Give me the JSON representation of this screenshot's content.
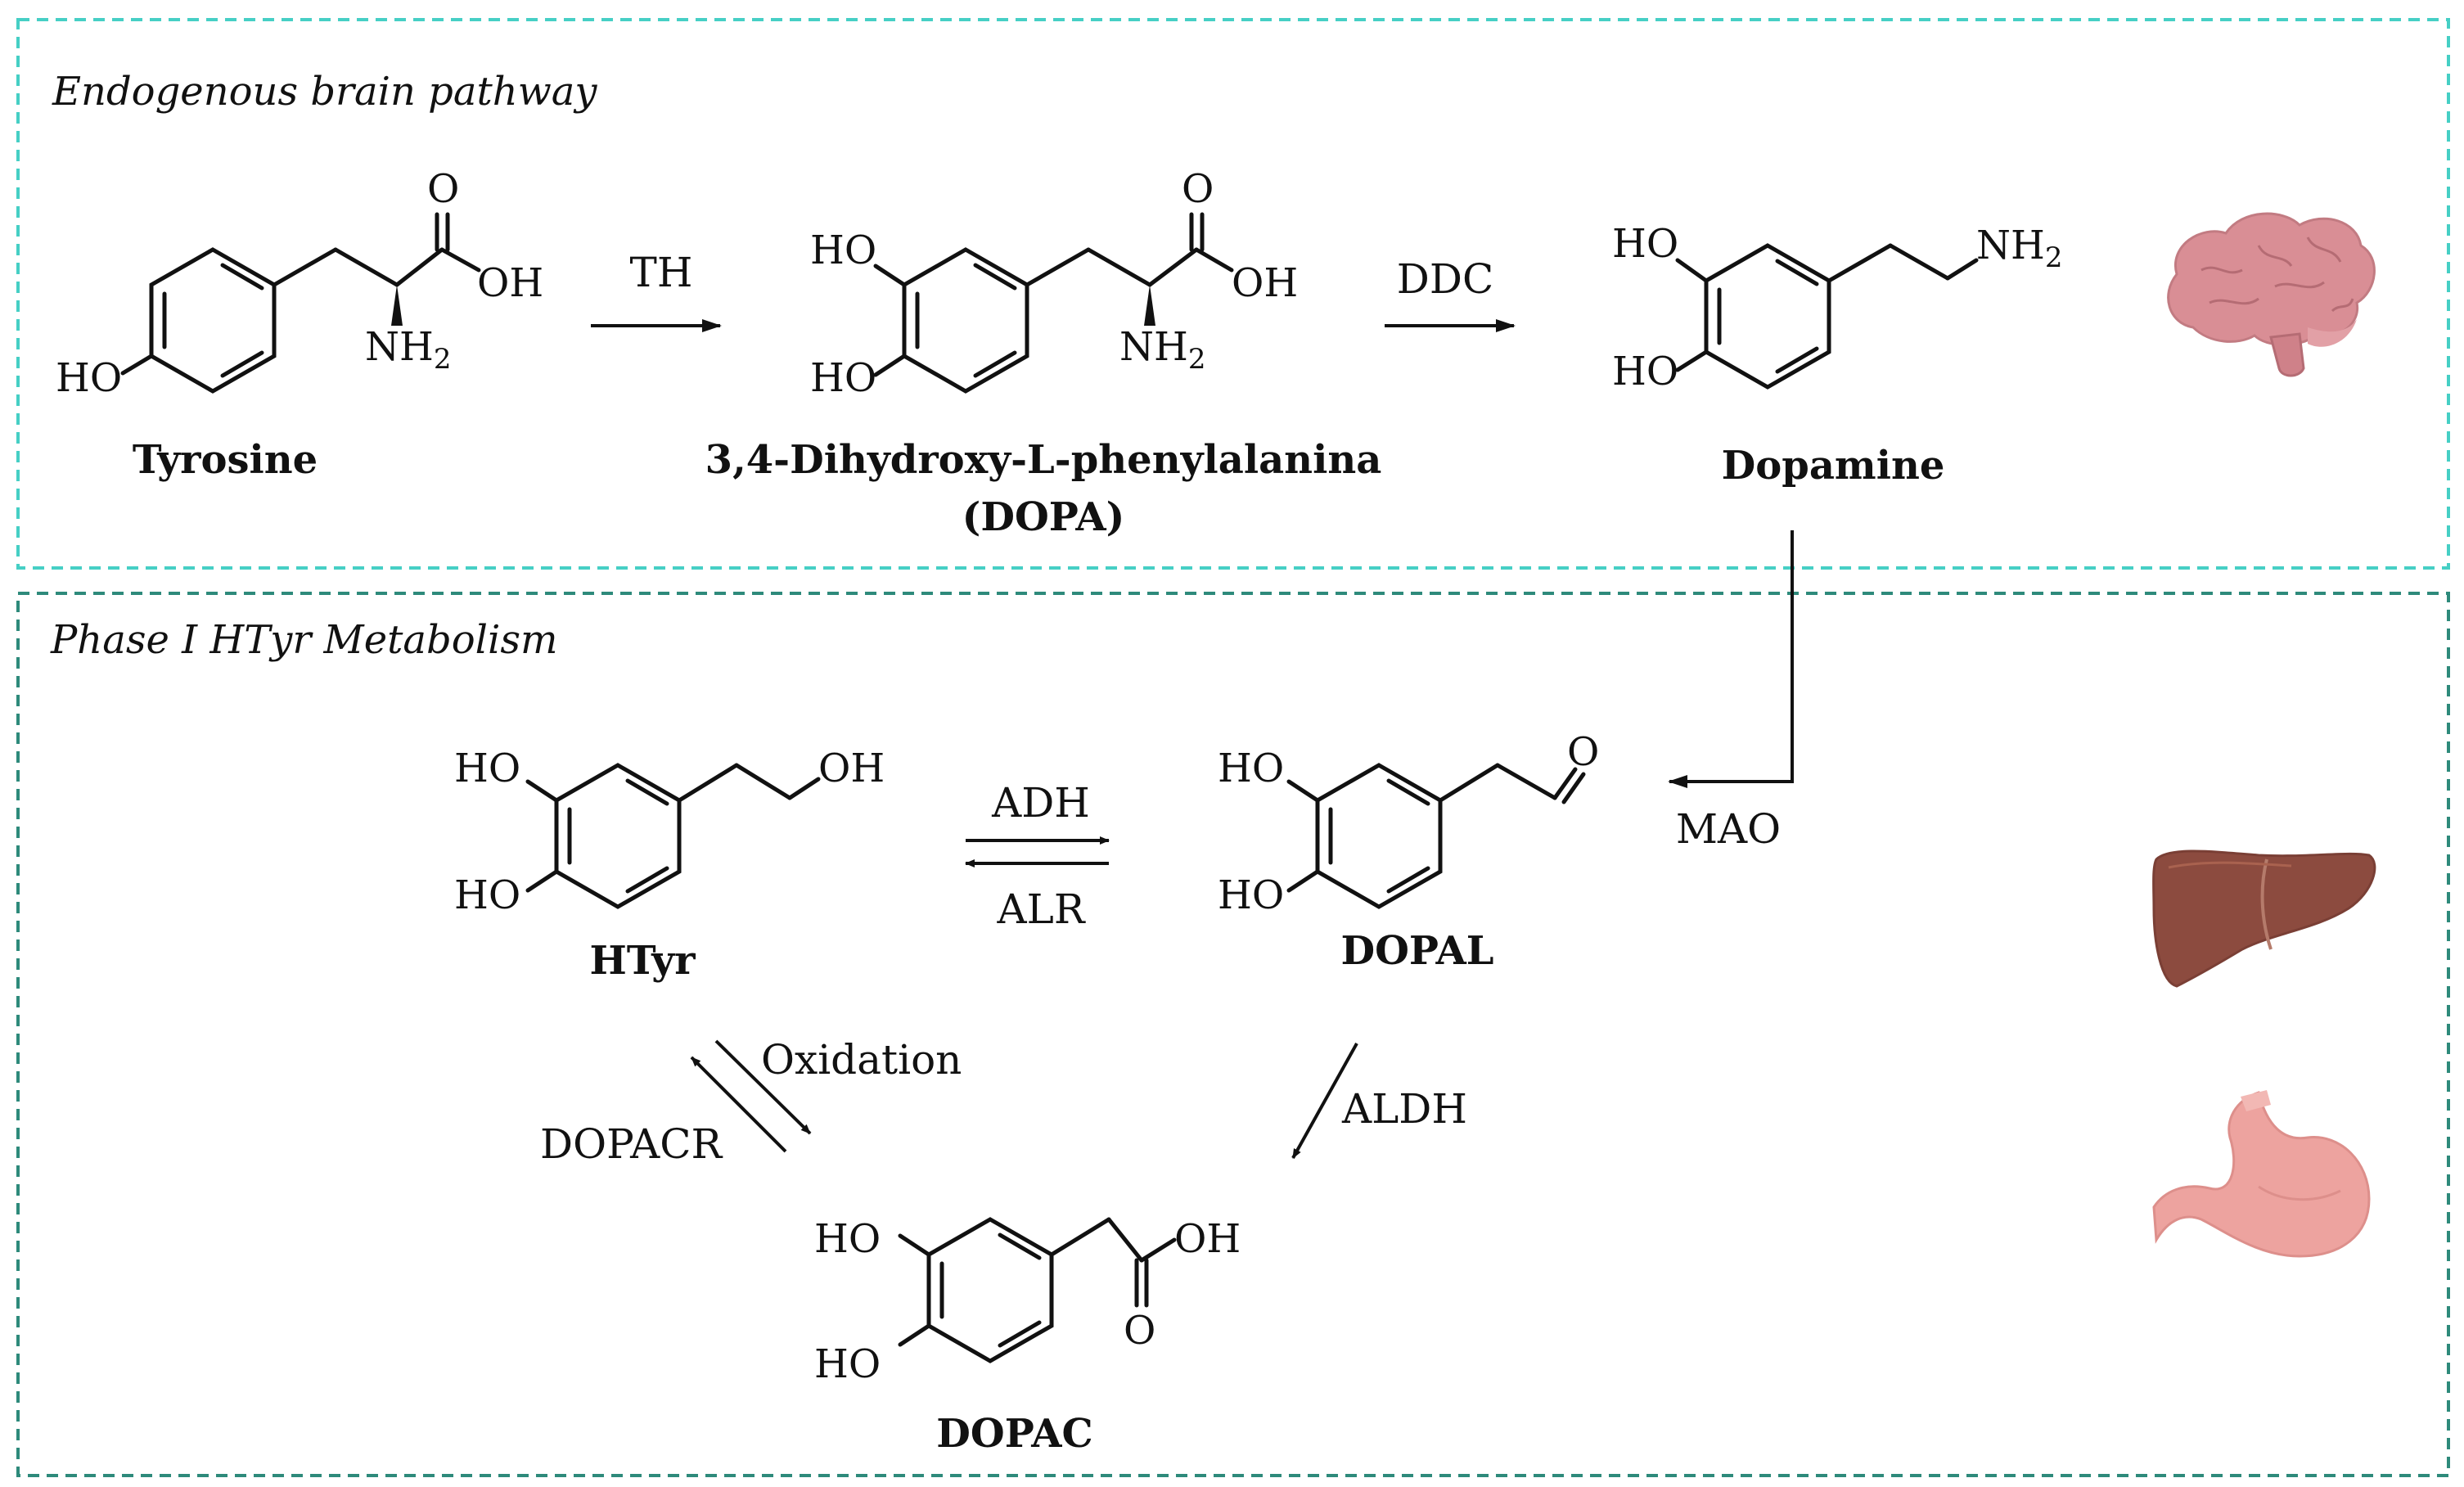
{
  "panels": {
    "brain_title": "Endogenous brain pathway",
    "metabolism_title": "Phase I HTyr Metabolism",
    "brain_border_color": "#46cfc5",
    "metabolism_border_color": "#2e8a7b"
  },
  "compounds": {
    "tyrosine": "Tyrosine",
    "dopa_line1": "3,4-Dihydroxy-L-phenylalanina",
    "dopa_line2": "(DOPA)",
    "dopamine": "Dopamine",
    "htyr": "HTyr",
    "dopal": "DOPAL",
    "dopac": "DOPAC"
  },
  "enzymes": {
    "th": "TH",
    "ddc": "DDC",
    "mao": "MAO",
    "adh": "ADH",
    "alr": "ALR",
    "oxidation": "Oxidation",
    "dopacr": "DOPACR",
    "aldh": "ALDH"
  },
  "atoms": {
    "ho": "HO",
    "oh": "OH",
    "o": "O",
    "nh": "NH",
    "sub2": "2"
  },
  "icons": {
    "brain": "brain-icon",
    "liver": "liver-icon",
    "stomach": "stomach-icon"
  },
  "colors": {
    "brain": "#d98e95",
    "liver": "#8c4b3f",
    "stomach": "#eda39f"
  }
}
